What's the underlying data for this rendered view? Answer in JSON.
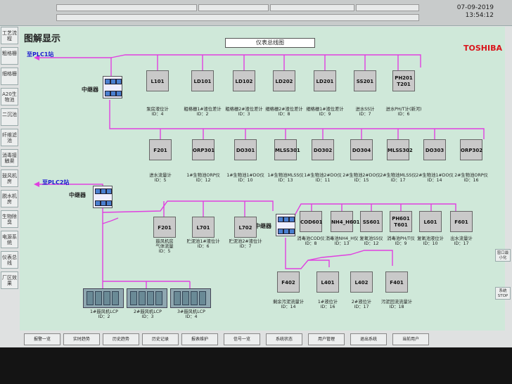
{
  "datetime": {
    "date": "07-09-2019",
    "time": "13:54:12"
  },
  "page_title": "图解显示",
  "main_title": "仪表总线图",
  "brand": "TOSHIBA",
  "plc1": "至PLC1站",
  "plc2": "至PLC2站",
  "repeater_label": "中继器",
  "sidebar": [
    "工艺流程",
    "粗格栅",
    "细格栅",
    "A20生物池",
    "二沉池",
    "纤维滤池",
    "消毒接触渠",
    "鼓风机房",
    "脱水机房",
    "生物除臭",
    "电源系统",
    "仪表总线",
    "厂区效果"
  ],
  "right_buttons": [
    "窗口最小化",
    "系统STOP"
  ],
  "row1": [
    {
      "tag": "L101",
      "name": "泵房液位计",
      "id": "ID：4"
    },
    {
      "tag": "LD101",
      "name": "粗格栅1#液位差计",
      "id": "ID：2"
    },
    {
      "tag": "LD102",
      "name": "粗格栅2#液位差计",
      "id": "ID：3"
    },
    {
      "tag": "LD202",
      "name": "细格栅2#液位差计",
      "id": "ID：8"
    },
    {
      "tag": "LD201",
      "name": "细格栅1#液位差计",
      "id": "ID：9"
    },
    {
      "tag": "SS201",
      "name": "进水SS计",
      "id": "ID：7"
    },
    {
      "tag": "PH201\nT201",
      "name": "进水PH/T计(新河)",
      "id": "ID：6"
    }
  ],
  "row2": [
    {
      "tag": "F201",
      "name": "进水流量计",
      "id": "ID：5"
    },
    {
      "tag": "ORP301",
      "name": "1#生物池ORP仪",
      "id": "ID：12"
    },
    {
      "tag": "DO301",
      "name": "1#生物池1#DO仪",
      "id": "ID：10"
    },
    {
      "tag": "MLSS301",
      "name": "1#生物池MLSS仪",
      "id": "ID：13"
    },
    {
      "tag": "DO302",
      "name": "1#生物池2#DO仪",
      "id": "ID：11"
    },
    {
      "tag": "DO304",
      "name": "2#生物池2#DO仪",
      "id": "ID：15"
    },
    {
      "tag": "MLSS302",
      "name": "2#生物池MLSS仪",
      "id": "ID：17"
    },
    {
      "tag": "DO303",
      "name": "2#生物池1#DO仪",
      "id": "ID：14"
    },
    {
      "tag": "ORP302",
      "name": "2#生物池ORP仪",
      "id": "ID：16"
    }
  ],
  "row3a": [
    {
      "tag": "F201",
      "name": "鼓风机房\n气体流量",
      "id": "ID：5"
    },
    {
      "tag": "L701",
      "name": "贮泥池1#液位计",
      "id": "ID：6"
    },
    {
      "tag": "L702",
      "name": "贮泥池2#液位计",
      "id": "ID：7"
    }
  ],
  "row3b": [
    {
      "tag": "COD601",
      "name": "消毒池COD仪",
      "id": "ID：8"
    },
    {
      "tag": "NH4_H601",
      "name": "消毒池NH4_H仪",
      "id": "ID：13"
    },
    {
      "tag": "SS601",
      "name": "复氧池SS仪",
      "id": "ID：12"
    },
    {
      "tag": "PH601\nT601",
      "name": "消毒池PH/T仪",
      "id": "ID：9"
    },
    {
      "tag": "L601",
      "name": "复氧池液位计",
      "id": "ID：10"
    },
    {
      "tag": "F601",
      "name": "出水流量计",
      "id": "ID：17"
    }
  ],
  "row4": [
    {
      "tag": "F402",
      "name": "剩余污泥流量计",
      "id": "ID：14"
    },
    {
      "tag": "L401",
      "name": "1#液位计",
      "id": "ID：16"
    },
    {
      "tag": "L402",
      "name": "2#液位计",
      "id": "ID：17"
    },
    {
      "tag": "F401",
      "name": "污泥回流流量计",
      "id": "ID：18"
    }
  ],
  "lcp": [
    {
      "name": "1#鼓风机LCP",
      "id": "ID：2"
    },
    {
      "name": "2#鼓风机LCP",
      "id": "ID：3"
    },
    {
      "name": "3#鼓风机LCP",
      "id": "ID：4"
    }
  ],
  "bottom_buttons": [
    "报警一览",
    "实时趋势",
    "历史趋势",
    "历史记录",
    "报表维护",
    "信号一览",
    "系统状态",
    "用户管理",
    "退出系统",
    "当前用户"
  ],
  "colors": {
    "bus": "#e040e0",
    "plc_label": "#1a1ad0",
    "brand": "#d9141b",
    "panel": "#cfe8d9"
  }
}
